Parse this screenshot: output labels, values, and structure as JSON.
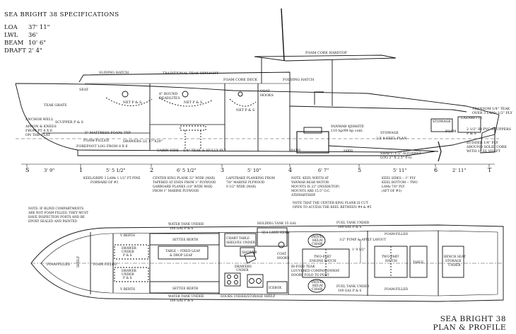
{
  "title": "SEA BRIGHT 38 SPECIFICATIONS",
  "specs": [
    {
      "label": "LOA",
      "value": "37' 11\""
    },
    {
      "label": "LWL",
      "value": "36'"
    },
    {
      "label": "BEAM",
      "value": "10' 6\""
    },
    {
      "label": "DRAFT",
      "value": "2' 4\""
    }
  ],
  "profile_labels": {
    "foam_core_hardtop": "FOAM CORE HARDTOP",
    "sliding_hatch": "SLIDING HATCH",
    "teak_skylight": "TRADITIONAL TEAK SKYLIGHT",
    "foam_core_deck": "FOAM CORE DECK",
    "folding_hatch": "FOLDING HATCH",
    "seat": "SEAT",
    "net_ps_1": "NET P & S",
    "net_ps_2": "NET P & S",
    "net_ps_3": "NET P & S",
    "deadlites": "8\" ROUND",
    "deadlites2": "DEADLITES",
    "coat_hooks": "COAT",
    "coat_hooks2": "HOOKS",
    "teak_grate": "TEAK GRATE",
    "anchor_well": "ANCHOR WELL",
    "scupper": "SCUPPER P & S",
    "apron": "APRON & KNEES",
    "apron2": "FROM PT 4 X 6",
    "apron3": "ON THE FLAT",
    "mattress": "5\" MATTRESS FOAM, TYP",
    "foam_filled": "FOAM-FILLED",
    "forepeat": "FOREPOOT LOG FROM 8 X 6",
    "drawers": "DRAWERS (2) 17\"X20\"",
    "cabin_side": "CABIN SIDE -- 1/4\" TEAK & HULLY PLY",
    "yanmar": "YANMAR 4JH4HTE",
    "yanmar2": "110 hp/99 hp cont.",
    "stowage": "STOWAGE",
    "stowage2": "2 X 8 KEEL PLAN",
    "stowage_aft": "STOWAGE",
    "foam": "FOAM",
    "lazarette": "LAZARETTE",
    "bath": "BATH",
    "sump": "sump",
    "shaft": "SHAFT: 1.5\" AQUAMET",
    "shaft2": "LOG 2\" X 2.5\" F/G",
    "transom": "TRANSOM 1/4\" TEAK",
    "transom2": "OVER 3 LAMs 1/2\" PLY",
    "pvc": "2 1/2\" ID PVC SCUPPERS",
    "pvc2": "P & S",
    "rudder": "RUDDER 1/4\" PLY",
    "rudder2": "AROUND SOLID CORE",
    "rudder3": "WITH 1\" SS SHAFT"
  },
  "stations": {
    "labels": [
      "S",
      "1",
      "2",
      "3",
      "4",
      "5",
      "6",
      "T"
    ],
    "dims": [
      "3' 9\"",
      "5' 5 1/2\"",
      "6' 5 1/2\"",
      "5' 10\"",
      "6' 7\"",
      "5' 11\"",
      "2' 11\""
    ]
  },
  "notes": [
    [
      "KEEL/GRIPE 3 LAMs 1 1/2\" PT PINE",
      "FORWARD OF #3"
    ],
    [
      "CENTER KING PLANK 32\" WIDE (MAX)",
      "TAPERED AT ENDS FROM 1\" PLYWOOD",
      "GARBOARD PLANKS (18\" WIDE MAX)",
      "FROM 1\" MARINE PLYWOOD"
    ],
    [
      "LAPSTRAKE PLANKING FROM",
      "7/8\" MARINE PLYWOOD",
      "9 1/2\" WIDE (MAX)"
    ],
    [
      "NOTE: KEEL WIDTH AT",
      "YANMAR REAR MOTOR",
      "MOUNTS IS 22\" (INSIDE/TOP)",
      "MOUNTS ARE 15.5\" O.C.",
      "ATHWARTSHIP"
    ],
    [
      "KEEL SIDES -- 1\" PLY",
      "KEEL BOTTOM -- TWO",
      "LAMs 7/8\" PLY",
      "(AFT OF #3)"
    ],
    [
      "NOTE: IF BLIND COMPARTMENTS",
      "ARE NOT FOAM FILLED, THEY MUST",
      "HAVE INSPECTION PORTS AND BE",
      "EPOXY SEALED AND PAINTED"
    ],
    [
      "NOTE THAT THE CENTER KING PLANK IS CUT",
      "OPEN TO ACCESS THE KEEL BETWEEN #4 & #5"
    ]
  ],
  "plan_labels": {
    "holding_tank": "HOLDING TANK 35 GAL",
    "sea_land_head": "SEA LAND HEAD",
    "water_upper": "WATER TANK UNDER",
    "water_upper2": "100 GAL P & S",
    "water_lower": "WATER TANK UNDER",
    "water_lower2": "100 GAL P & S",
    "settee_upper": "SETTEE BERTH",
    "settee_lower": "SETTEE BERTH",
    "table_leaf": "TABLE -- FIXED LEAF",
    "table_leaf2": "& DROP LEAF",
    "v_berth_upper": "V BERTH",
    "v_berth_lower": "V BERTH",
    "drawer_upper": "DRAWER",
    "drawer_upper2": "UNDER",
    "drawer_upper3": "P & S",
    "drawer_lower": "DRAWER",
    "drawer_lower2": "UNDER",
    "drawer_lower3": "P & S",
    "foam_filled_bow": "FOAM-FILLED",
    "foam_filled_2": "FOAM FILLED",
    "shelf": "SHELF",
    "chart_table": "CHART TABLE",
    "chart_table2": "SHELVES UNDER",
    "shower": "SHOWER",
    "coat_hooks_plan": "COAT",
    "coat_hooks_plan2": "HOOKS",
    "swivel_upper": "SWIVEL",
    "swivel_upper2": "HELM",
    "swivel_upper3": "CHAIR",
    "swivel_lower": "SWIVEL",
    "swivel_lower2": "HELM",
    "swivel_lower3": "CHAIR",
    "engine_hatch": "TWO-PART",
    "engine_hatch2": "ENGINE HATCH",
    "bifold": "BI-FOLD TEAK",
    "bifold2": "LOUVERED COMPANIONWAY",
    "bifold3": "DOORS FOLD TO PORT",
    "fuel_upper": "FUEL TANK UNDER",
    "fuel_upper2": "100 GAL P & S",
    "fuel_lower": "FUEL TANK UNDER",
    "fuel_lower2": "100 GAL P & S",
    "two_part_hatch": "TWO-PART",
    "two_part_hatch2": "HATCH",
    "foam_filled_upper": "FOAM-FILLED",
    "foam_filled_lower": "FOAM-FILLED",
    "table": "TABLE",
    "bench_seat": "BENCH SEAT",
    "bench_seat2": "STORAGE",
    "bench_seat3": "UNDER",
    "drawers_under": "DRAWERS",
    "drawers_under2": "UNDER",
    "dim_half": "1' 9 1/2\"",
    "pumps": "1/2\" PUMP & APPLY LAYOUT",
    "icebox": "ICEBOX",
    "doors": "DOORS UNDER/STORAGE SHELF"
  },
  "bottom_title_1": "SEA BRIGHT 38",
  "bottom_title_2": "PLAN & PROFILE"
}
